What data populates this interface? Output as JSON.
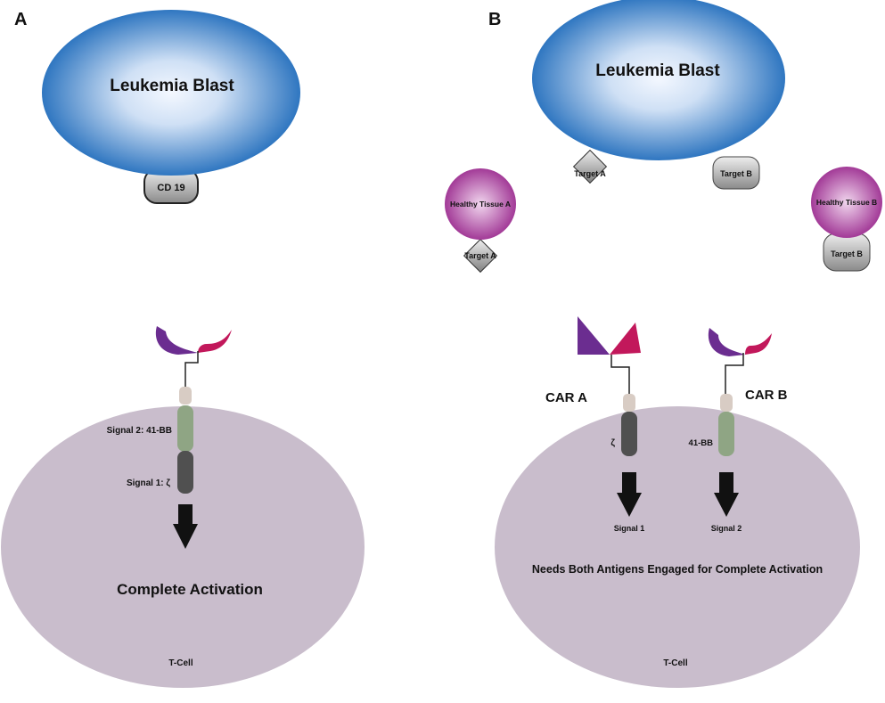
{
  "colors": {
    "blast_center": "#f4f8ff",
    "blast_edge": "#1565b8",
    "tcell": "#c9bdcc",
    "healthy_center": "#f1d6ee",
    "healthy_edge": "#9a2a8e",
    "receptor_purple": "#6b2d90",
    "receptor_magenta": "#c2185b",
    "hinge": "#d8ccc4",
    "costim_green": "#8fa584",
    "zeta_dark": "#505050",
    "antigen_gray": "#9e9e9e"
  },
  "panel_a": {
    "letter": "A",
    "blast_label": "Leukemia Blast",
    "antigen_label": "CD 19",
    "signal2_label": "Signal 2: 41-BB",
    "signal1_label": "Signal 1: ζ",
    "activation_label": "Complete Activation",
    "tcell_label": "T-Cell"
  },
  "panel_b": {
    "letter": "B",
    "blast_label": "Leukemia Blast",
    "target_a_label": "Target A",
    "target_b_label": "Target B",
    "healthy_a_label": "Healthy Tissue A",
    "healthy_b_label": "Healthy Tissue B",
    "healthy_target_a_label": "Target A",
    "healthy_target_b_label": "Target B",
    "car_a_label": "CAR A",
    "car_b_label": "CAR B",
    "zeta_label": "ζ",
    "costim_label": "41-BB",
    "signal1_label": "Signal 1",
    "signal2_label": "Signal 2",
    "activation_label": "Needs Both Antigens Engaged for Complete Activation",
    "tcell_label": "T-Cell"
  }
}
